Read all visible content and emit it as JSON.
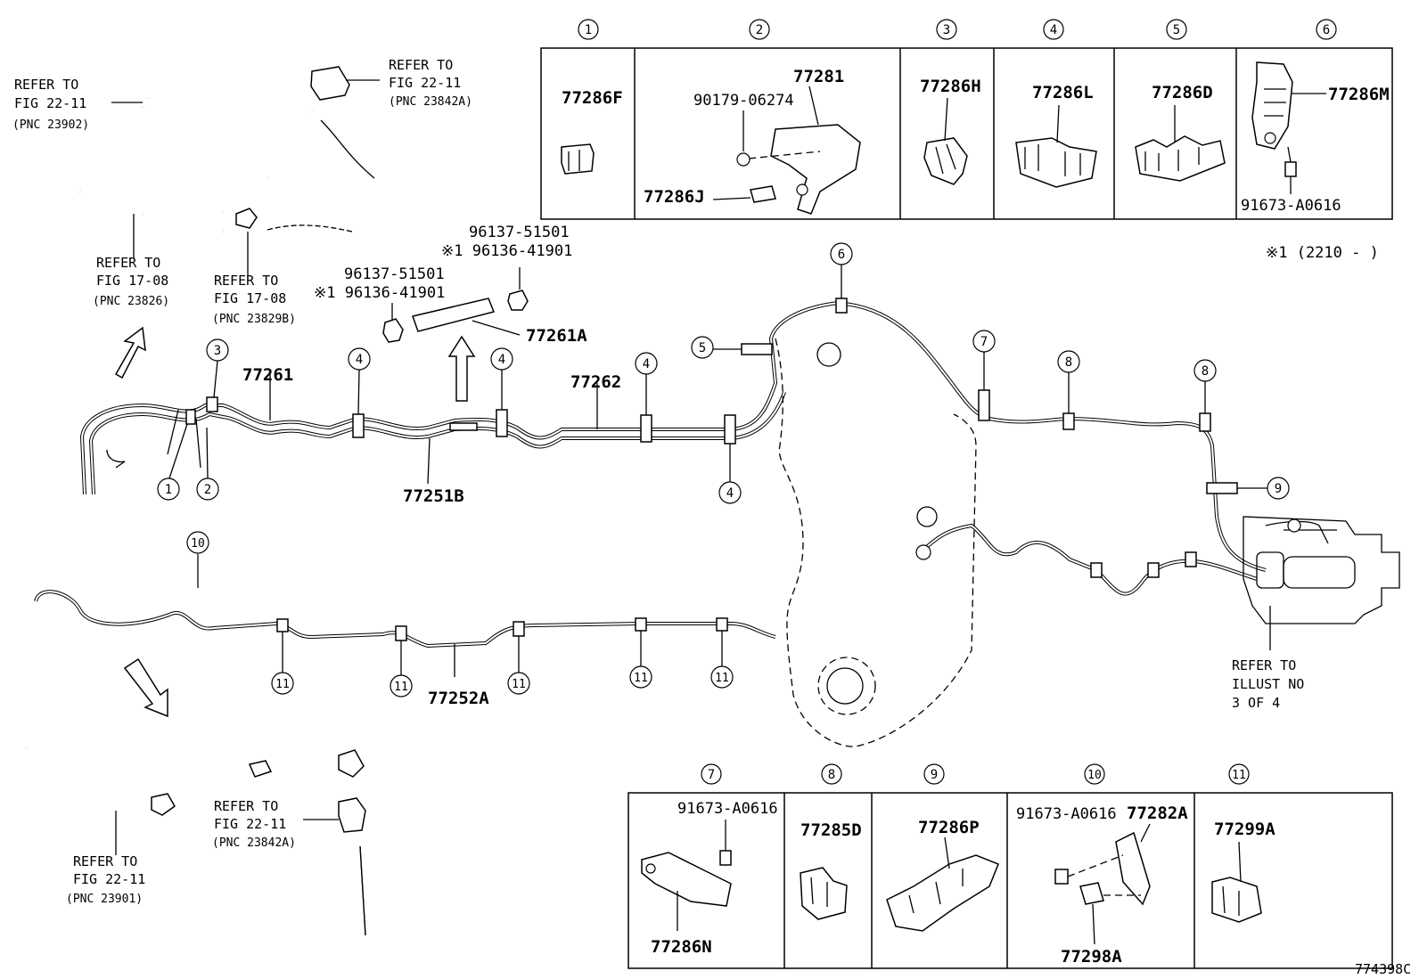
{
  "diagram_code": "774398C",
  "note_1": "※1 (2210 -     )",
  "top_legend": [
    {
      "num": "1",
      "parts": [
        "77286F"
      ]
    },
    {
      "num": "2",
      "parts": [
        "77281",
        "90179-06274",
        "77286J"
      ]
    },
    {
      "num": "3",
      "parts": [
        "77286H"
      ]
    },
    {
      "num": "4",
      "parts": [
        "77286L"
      ]
    },
    {
      "num": "5",
      "parts": [
        "77286D"
      ]
    },
    {
      "num": "6",
      "parts": [
        "77286M",
        "91673-A0616"
      ]
    }
  ],
  "bottom_legend": [
    {
      "num": "7",
      "parts": [
        "91673-A0616",
        "77286N"
      ]
    },
    {
      "num": "8",
      "parts": [
        "77285D"
      ]
    },
    {
      "num": "9",
      "parts": [
        "77286P"
      ]
    },
    {
      "num": "10",
      "parts": [
        "91673-A0616",
        "77282A",
        "77298A"
      ]
    },
    {
      "num": "11",
      "parts": [
        "77299A"
      ]
    }
  ],
  "refs": {
    "r1": [
      "REFER TO",
      "FIG 22-11",
      "(PNC 23902)"
    ],
    "r2": [
      "REFER TO",
      "FIG 22-11",
      "(PNC 23842A)"
    ],
    "r3": [
      "REFER TO",
      "FIG 17-08",
      "(PNC 23826)"
    ],
    "r4": [
      "REFER TO",
      "FIG 17-08",
      "(PNC 23829B)"
    ],
    "r5": [
      "REFER TO",
      "FIG 22-11",
      "(PNC 23842A)"
    ],
    "r6": [
      "REFER TO",
      "FIG 22-11",
      "(PNC 23901)"
    ],
    "r7": [
      "REFER TO",
      "ILLUST NO",
      "3 OF 4"
    ]
  },
  "parts": {
    "p77261": "77261",
    "p77262": "77262",
    "p77251B": "77251B",
    "p77252A": "77252A",
    "p77261A": "77261A",
    "hoseA": [
      "96137-51501",
      "※1 96136-41901"
    ],
    "hoseB": [
      "96137-51501",
      "※1 96136-41901"
    ]
  },
  "callouts": [
    "1",
    "2",
    "3",
    "4",
    "5",
    "6",
    "7",
    "8",
    "9",
    "10",
    "11"
  ]
}
